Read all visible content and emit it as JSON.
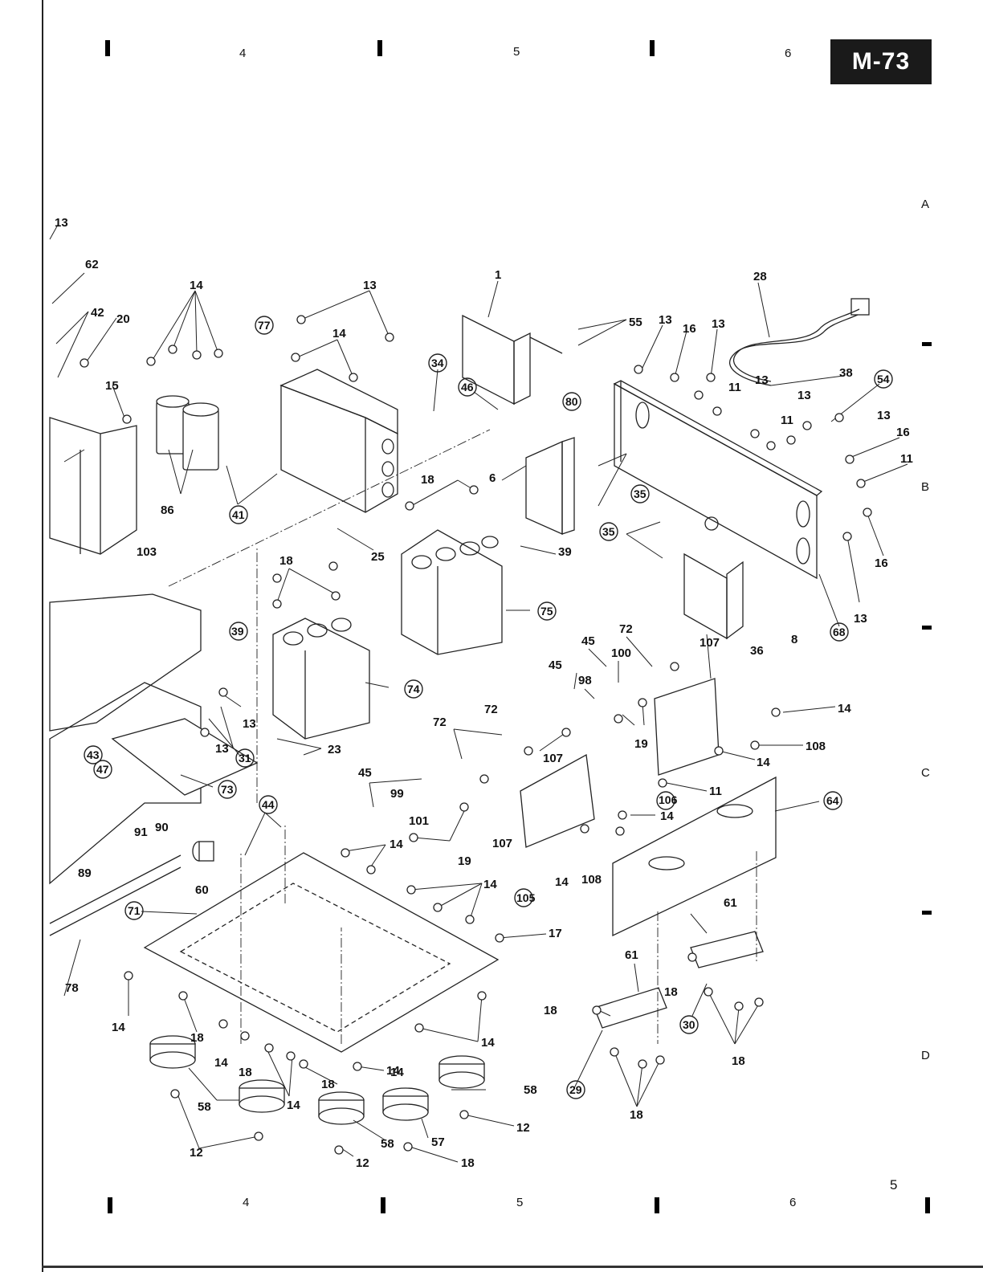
{
  "header": {
    "model_tab": "M-73",
    "top_columns": [
      "4",
      "5",
      "6"
    ],
    "bottom_columns": [
      "4",
      "5",
      "6"
    ],
    "rows": [
      "A",
      "B",
      "C",
      "D"
    ],
    "page_number": "5"
  },
  "callouts": {
    "c1": "1",
    "c28": "28",
    "c13a": "13",
    "c55": "55",
    "c13b": "13",
    "c16a": "16",
    "c13c": "13",
    "c14top": "14",
    "c62": "62",
    "c42": "42",
    "c20": "20",
    "c15": "15",
    "c14b": "14",
    "c13d": "13",
    "c77": "77",
    "c34": "34",
    "c46": "46",
    "c80": "80",
    "c38": "38",
    "c54": "54",
    "c11a": "11",
    "c13e": "13",
    "c11b": "11",
    "c13f": "13",
    "c16b": "16",
    "c11c": "11",
    "c16c": "16",
    "c13g": "13",
    "c86": "86",
    "c41": "41",
    "c103": "103",
    "c25": "25",
    "c18a": "18",
    "c6": "6",
    "c35a": "35",
    "c39a": "39",
    "c35b": "35",
    "c68": "68",
    "c8": "8",
    "c18b": "18",
    "c75": "75",
    "c72a": "72",
    "c107a": "107",
    "c36": "36",
    "c45a": "45",
    "c100": "100",
    "c45b": "45",
    "c98": "98",
    "c39b": "39",
    "c74": "74",
    "c72b": "72",
    "c72c": "72",
    "c19a": "19",
    "c14c": "14",
    "c108a": "108",
    "c107b": "107",
    "c13h": "13",
    "c31": "31",
    "c23": "23",
    "c13i": "13",
    "c43": "43",
    "c47": "47",
    "c73": "73",
    "c106": "106",
    "c11d": "11",
    "c14d": "14",
    "c64": "64",
    "c45c": "45",
    "c99": "99",
    "c101": "101",
    "c14e": "14",
    "c44": "44",
    "c91": "91",
    "c90": "90",
    "c19b": "19",
    "c107c": "107",
    "c105": "105",
    "c14f": "14",
    "c108b": "108",
    "c89": "89",
    "c60": "60",
    "c14g": "14",
    "c14h": "14",
    "c61a": "61",
    "c71": "71",
    "c17": "17",
    "c78": "78",
    "c61b": "61",
    "c14i": "14",
    "c18c": "18",
    "c18d": "18",
    "c30": "30",
    "c18e": "18",
    "c14j": "14",
    "c18f": "18",
    "c14k": "14",
    "c18g": "18",
    "c14l": "14",
    "c18h": "18",
    "c29": "29",
    "c58a": "58",
    "c58b": "58",
    "c14m": "14",
    "c12a": "12",
    "c18i": "18",
    "c58c": "58",
    "c57": "57",
    "c12b": "12",
    "c12c": "12",
    "c18j": "18",
    "c14n": "14"
  }
}
